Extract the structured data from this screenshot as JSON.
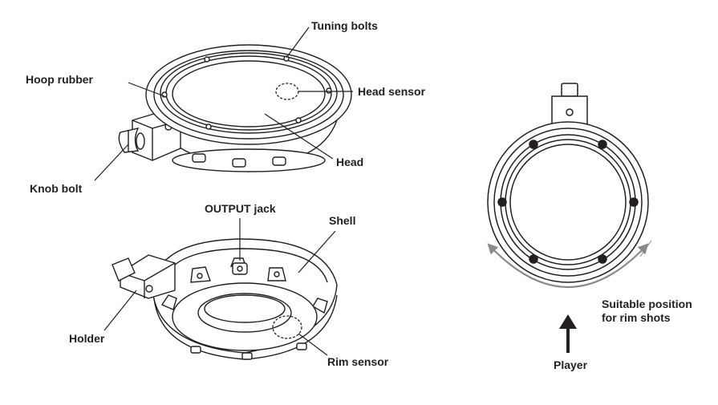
{
  "labels": {
    "tuning_bolts": "Tuning bolts",
    "hoop_rubber": "Hoop rubber",
    "head_sensor": "Head sensor",
    "head": "Head",
    "knob_bolt": "Knob bolt",
    "output_jack": "OUTPUT jack",
    "shell": "Shell",
    "holder": "Holder",
    "rim_sensor": "Rim sensor",
    "suitable_position": "Suitable position for rim shots",
    "player": "Player"
  },
  "colors": {
    "line": "#231f20",
    "arc": "#8a8a8a",
    "background": "#ffffff"
  }
}
